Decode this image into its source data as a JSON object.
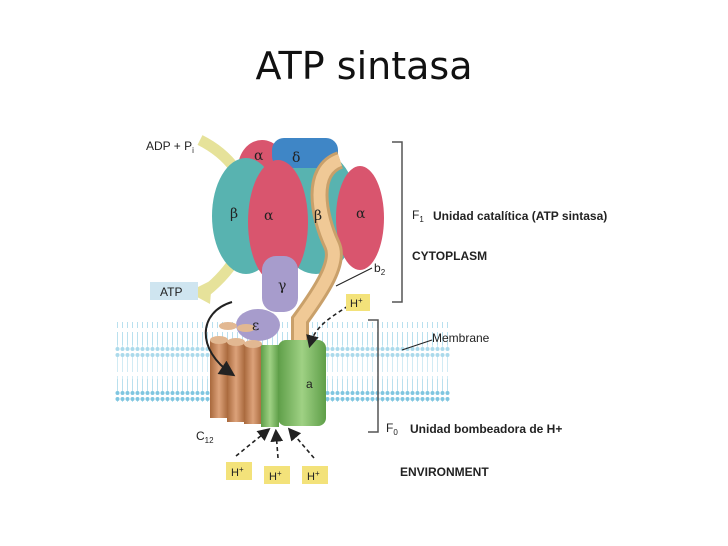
{
  "title": "ATP sintasa",
  "labels": {
    "adp_pi": "ADP + P",
    "adp_pi_sub": "i",
    "atp": "ATP",
    "f1": "F",
    "f1_sub": "1",
    "f1_caption": "Unidad catalítica (ATP sintasa)",
    "cytoplasm": "CYTOPLASM",
    "b2": "b",
    "b2_sub": "2",
    "membrane": "Membrane",
    "a": "a",
    "c12": "C",
    "c12_sub": "12",
    "f0": "F",
    "f0_sub": "0",
    "f0_caption": "Unidad bombeadora de H+",
    "environment": "ENVIRONMENT",
    "proton": "H",
    "proton_sup": "+",
    "alpha": "α",
    "beta": "β",
    "gamma": "γ",
    "delta": "δ",
    "epsilon": "ε"
  },
  "colors": {
    "alpha": "#d9556e",
    "beta": "#58b3b0",
    "delta": "#3f86c6",
    "gamma": "#a79ccc",
    "stator": "#f0c996",
    "c_ring": "#c98a5a",
    "a_subunit": "#7fb965",
    "membrane": "#9fd3e8",
    "proton_box": "#f3e27a"
  }
}
